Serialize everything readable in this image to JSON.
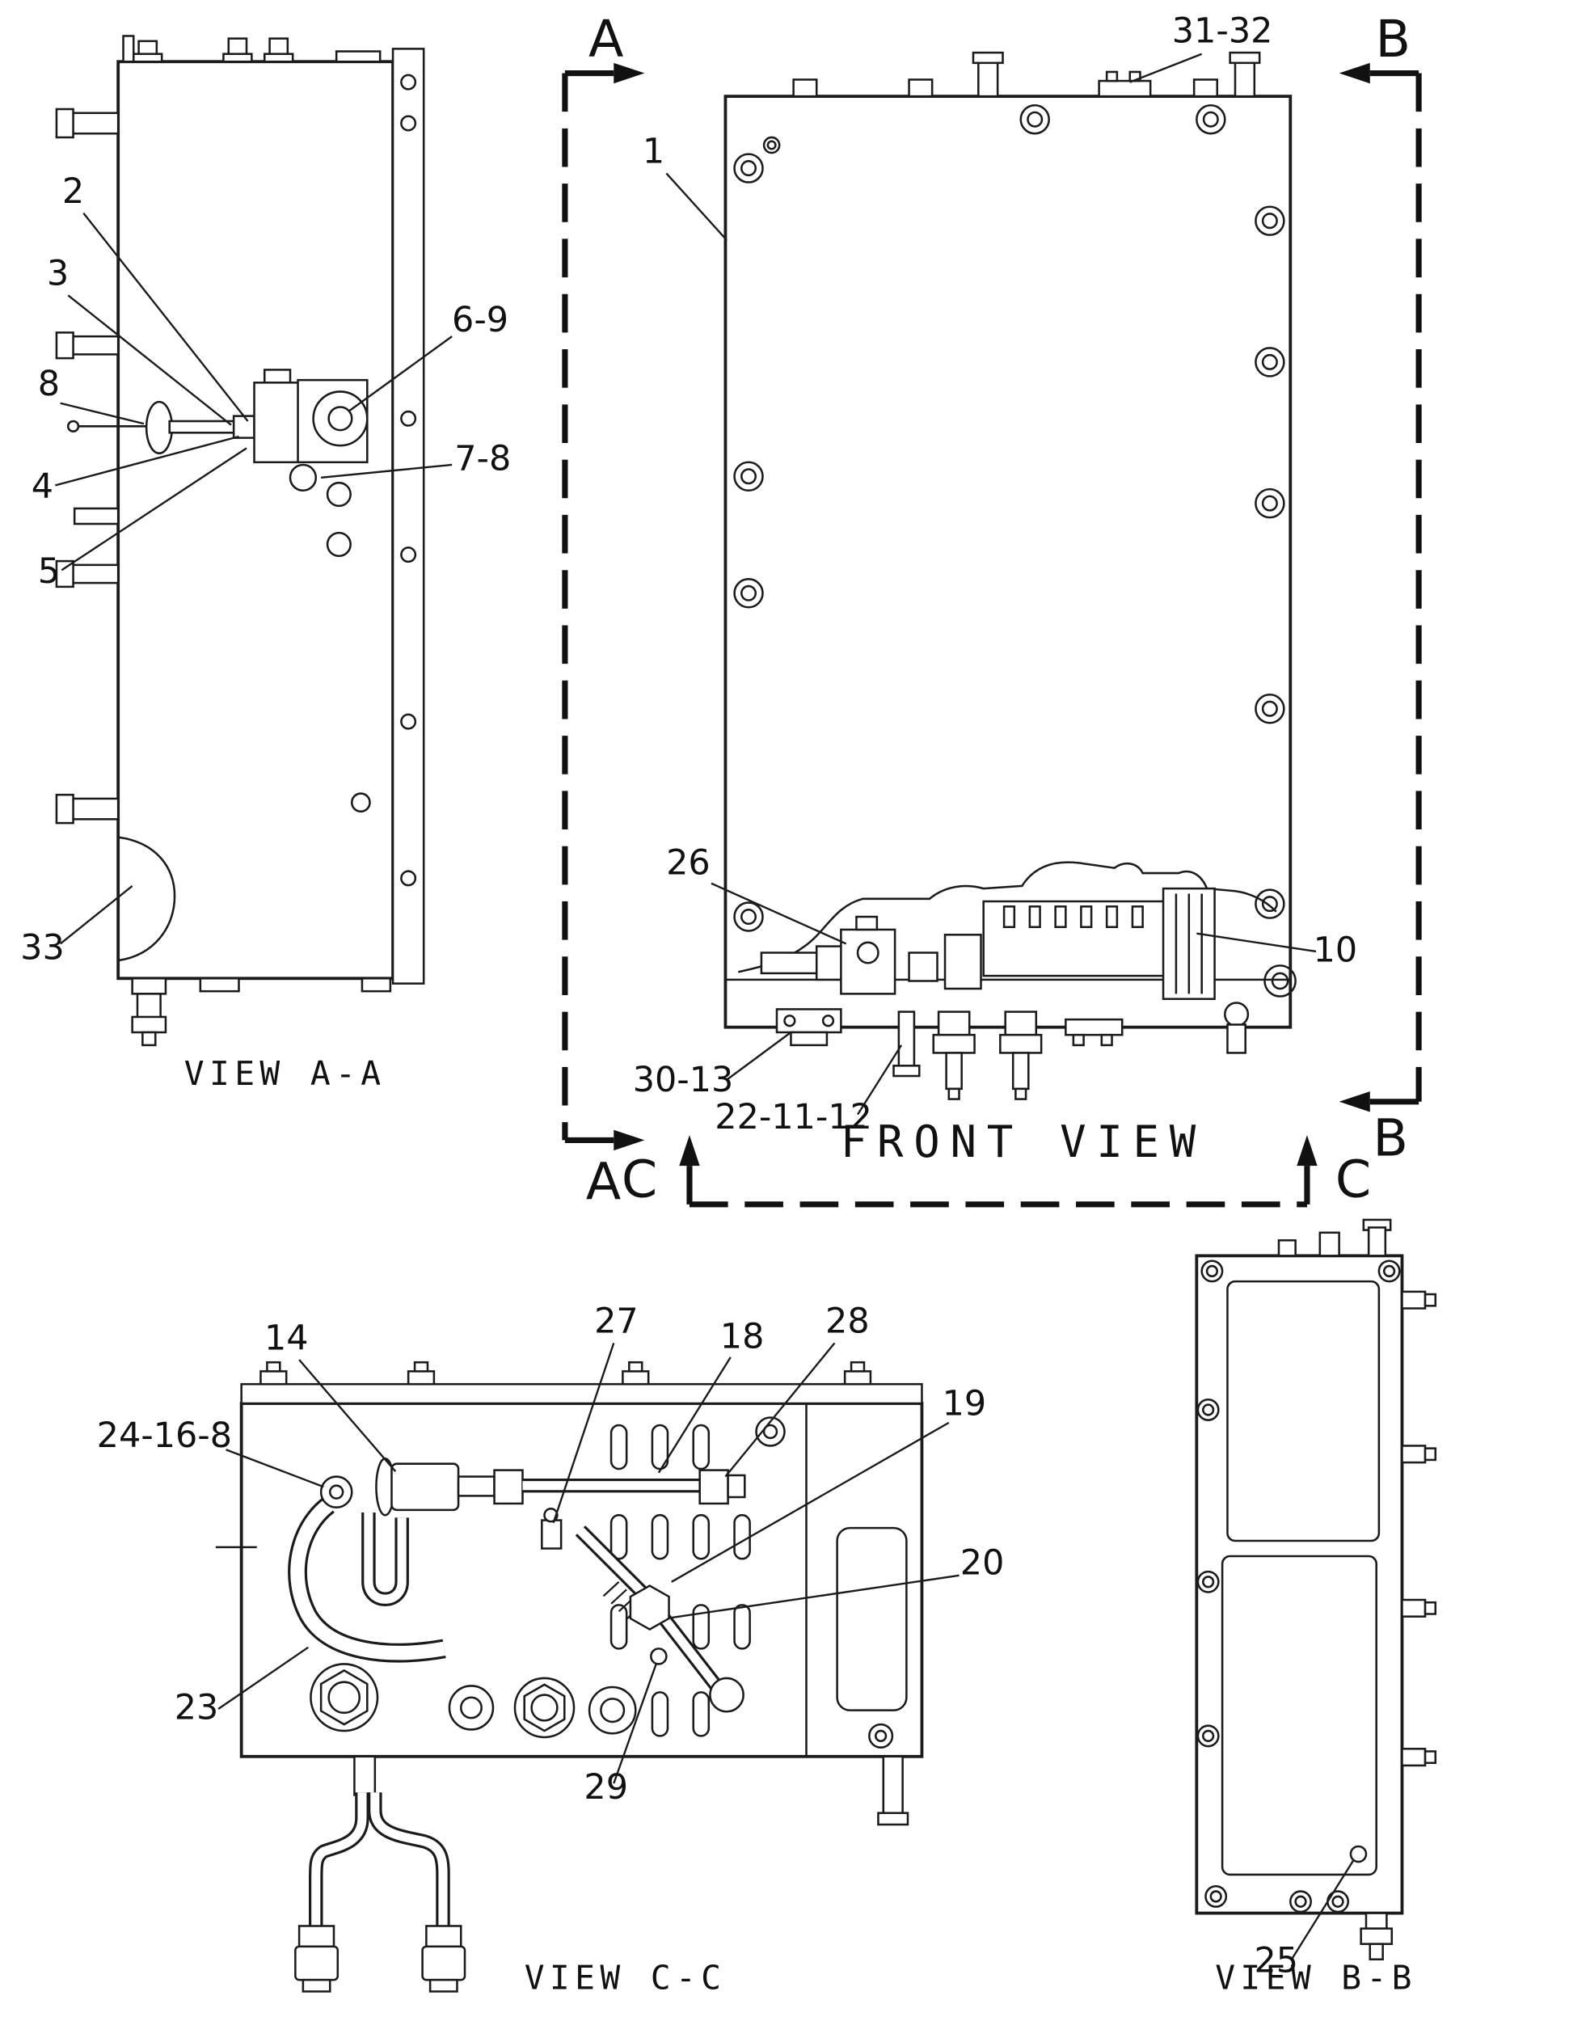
{
  "drawing": {
    "captions": {
      "view_aa": "VIEW A-A",
      "front": "FRONT VIEW",
      "view_cc": "VIEW C-C",
      "view_bb": "VIEW B-B"
    },
    "section_letters": {
      "a": "A",
      "b": "B",
      "c": "C"
    },
    "callouts": {
      "n1": "1",
      "n2": "2",
      "n3": "3",
      "n4": "4",
      "n5": "5",
      "n8": "8",
      "n6_9": "6-9",
      "n7_8": "7-8",
      "n33": "33",
      "n31_32": "31-32",
      "n26": "26",
      "n10": "10",
      "n30_13": "30-13",
      "n22_11_12": "22-11-12",
      "n14": "14",
      "n27": "27",
      "n18": "18",
      "n28": "28",
      "n24_16_8": "24-16-8",
      "n19": "19",
      "n20": "20",
      "n23": "23",
      "n29": "29",
      "n25": "25"
    },
    "colors": {
      "ink": "#1b1b1b",
      "paper": "#ffffff"
    }
  }
}
